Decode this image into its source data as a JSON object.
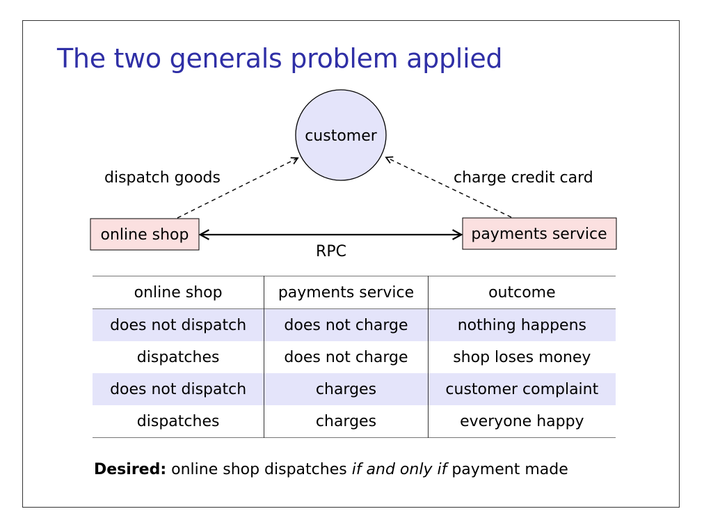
{
  "title": "The two generals problem applied",
  "diagram": {
    "nodes": {
      "customer": "customer",
      "shop": "online shop",
      "payments": "payments service"
    },
    "edges": {
      "dispatch": "dispatch goods",
      "charge": "charge credit card",
      "rpc": "RPC"
    },
    "colors": {
      "customer_fill": "#e4e4fa",
      "box_fill": "#fbe0e0",
      "row_shade": "#e4e4fa",
      "title": "#2f2fa6"
    }
  },
  "table": {
    "headers": [
      "online shop",
      "payments service",
      "outcome"
    ],
    "rows": [
      [
        "does not dispatch",
        "does not charge",
        "nothing happens"
      ],
      [
        "dispatches",
        "does not charge",
        "shop loses money"
      ],
      [
        "does not dispatch",
        "charges",
        "customer complaint"
      ],
      [
        "dispatches",
        "charges",
        "everyone happy"
      ]
    ]
  },
  "footer": {
    "bold": "Desired:",
    "before": " online shop dispatches ",
    "italic": "if and only if",
    "after": " payment made"
  }
}
